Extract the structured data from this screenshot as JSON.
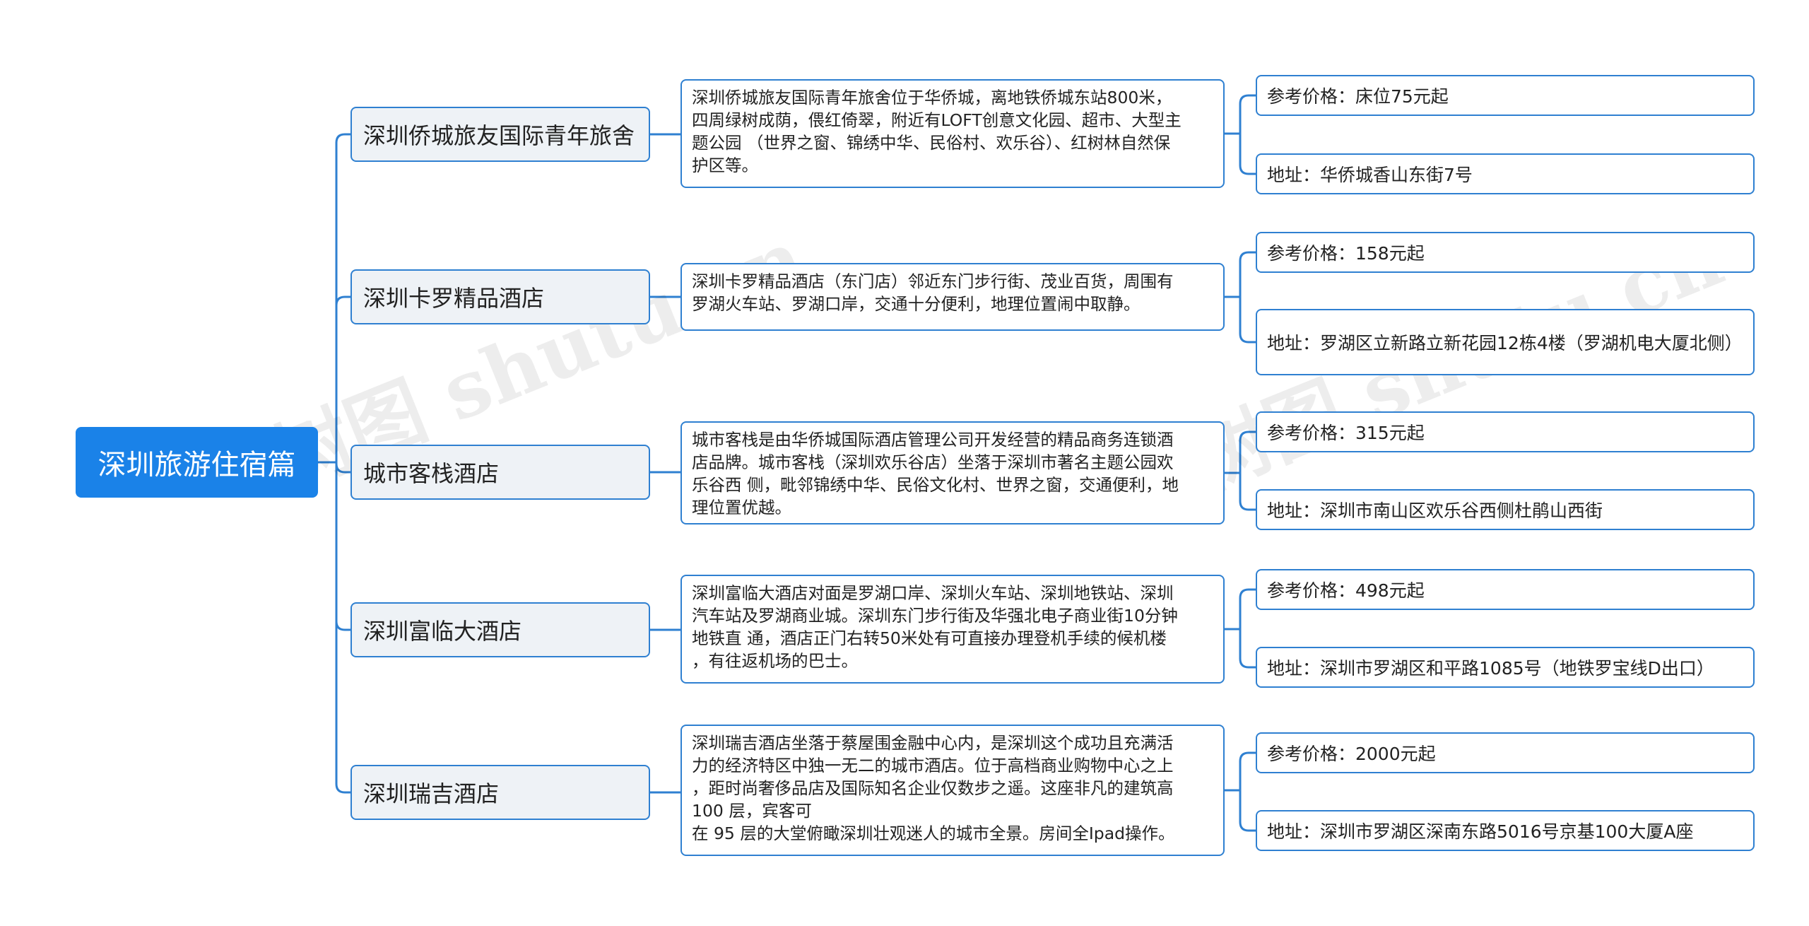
{
  "root": {
    "label": "深圳旅游住宿篇"
  },
  "watermark": {
    "text": "树图 shutu.cn"
  },
  "hotels": [
    {
      "name": "深圳侨城旅友国际青年旅舍",
      "description": "深圳侨城旅友国际青年旅舍位于华侨城，离地铁侨城东站800米，\n四周绿树成荫，偎红倚翠，附近有LOFT创意文化园、超市、大型主\n题公园 （世界之窗、锦绣中华、民俗村、欢乐谷）、红树林自然保\n护区等。",
      "price": "参考价格：床位75元起",
      "address": "地址：华侨城香山东街7号"
    },
    {
      "name": "深圳卡罗精品酒店",
      "description": "深圳卡罗精品酒店（东门店）邻近东门步行街、茂业百货，周围有\n罗湖火车站、罗湖口岸，交通十分便利，地理位置闹中取静。",
      "price": "参考价格：158元起",
      "address": "地址：罗湖区立新路立新花园12栋4楼（罗湖机电大厦北侧）"
    },
    {
      "name": "城市客栈酒店",
      "description": "城市客栈是由华侨城国际酒店管理公司开发经营的精品商务连锁酒\n店品牌。城市客栈（深圳欢乐谷店）坐落于深圳市著名主题公园欢\n乐谷西 侧，毗邻锦绣中华、民俗文化村、世界之窗，交通便利，地\n理位置优越。",
      "price": "参考价格：315元起",
      "address": "地址：深圳市南山区欢乐谷西侧杜鹃山西街"
    },
    {
      "name": "深圳富临大酒店",
      "description": "深圳富临大酒店对面是罗湖口岸、深圳火车站、深圳地铁站、深圳\n汽车站及罗湖商业城。深圳东门步行街及华强北电子商业街10分钟\n地铁直 通，酒店正门右转50米处有可直接办理登机手续的候机楼\n，有往返机场的巴士。",
      "price": "参考价格：498元起",
      "address": "地址：深圳市罗湖区和平路1085号（地铁罗宝线D出口）"
    },
    {
      "name": "深圳瑞吉酒店",
      "description": "深圳瑞吉酒店坐落于蔡屋围金融中心内，是深圳这个成功且充满活\n力的经济特区中独一无二的城市酒店。位于高档商业购物中心之上\n，距时尚奢侈品店及国际知名企业仅数步之遥。这座非凡的建筑高\n100 层，宾客可\n在 95 层的大堂俯瞰深圳壮观迷人的城市全景。房间全Ipad操作。",
      "price": "参考价格：2000元起",
      "address": "地址：深圳市罗湖区深南东路5016号京基100大厦A座"
    }
  ],
  "colors": {
    "line": "#2f80d1",
    "root_bg": "#1a82e8",
    "hotel_bg": "#eef2f6",
    "border": "#2f80d1"
  }
}
